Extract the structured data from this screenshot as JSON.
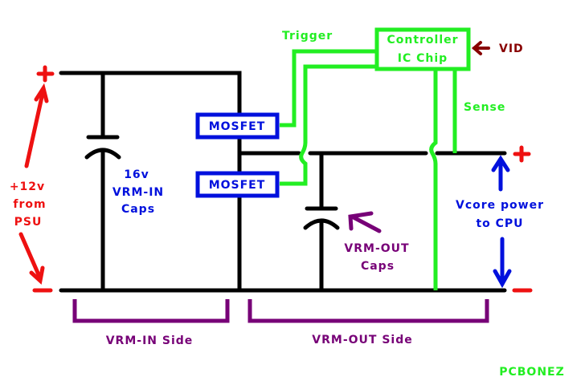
{
  "colors": {
    "wire": "#000000",
    "signal": "#22ee22",
    "mosfet": "#0010dd",
    "psu": "#ee1111",
    "vcore": "#0010dd",
    "bracket": "#770077",
    "vid": "#880000",
    "credit": "#22ee22"
  },
  "labels": {
    "trigger": "Trigger",
    "controller_line1": "Controller",
    "controller_line2": "IC Chip",
    "vid": "VID",
    "sense": "Sense",
    "mosfet_top": "MOSFET",
    "mosfet_bottom": "MOSFET",
    "vrm_in_caps_line1": "16v",
    "vrm_in_caps_line2": "VRM-IN",
    "vrm_in_caps_line3": "Caps",
    "psu_line1": "+12v",
    "psu_line2": "from",
    "psu_line3": "PSU",
    "vrm_out_caps_line1": "VRM-OUT",
    "vrm_out_caps_line2": "Caps",
    "vcore_line1": "Vcore power",
    "vcore_line2": "to CPU",
    "vrm_in_side": "VRM-IN Side",
    "vrm_out_side": "VRM-OUT Side",
    "credit": "PCBONEZ"
  },
  "symbols": {
    "plus": "+",
    "minus": "−"
  }
}
